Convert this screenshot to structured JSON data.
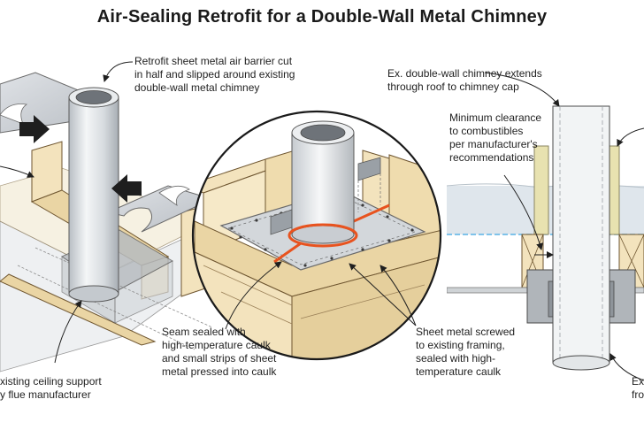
{
  "title": "Air-Sealing Retrofit for a Double-Wall Metal Chimney",
  "callouts": {
    "barrier": [
      "Retrofit sheet metal air barrier cut",
      "in half and slipped around existing",
      "double-wall metal chimney"
    ],
    "seam": [
      "Seam sealed with",
      "high-temperature caulk",
      "and small strips of sheet",
      "metal pressed into caulk"
    ],
    "screwed": [
      "Sheet metal screwed",
      "to existing framing,",
      "sealed with high-",
      "temperature caulk"
    ],
    "existing_chimney": [
      "Ex. double-wall chimney extends",
      "through roof to chimney cap"
    ],
    "clearance": [
      "Minimum clearance",
      "to combustibles",
      "per manufacturer's",
      "recommendations"
    ],
    "ceiling_support": [
      "xisting ceiling support",
      "y flue manufacturer"
    ],
    "bottom_right": [
      "Ex",
      "fro"
    ]
  },
  "colors": {
    "framing": "#f3e3bd",
    "framing_edge": "#6f5630",
    "sheet_metal": "#c9cdd2",
    "metal_dark": "#9aa0a6",
    "caulk": "#e8531f",
    "insulation": "#dfe6ec",
    "batt": "#e8e2b0",
    "blue_line": "#5ab4e6",
    "pipe": "#e9ecee"
  },
  "icons": {
    "arrow_left": "arrow-right-icon",
    "arrow_right": "arrow-left-icon"
  }
}
